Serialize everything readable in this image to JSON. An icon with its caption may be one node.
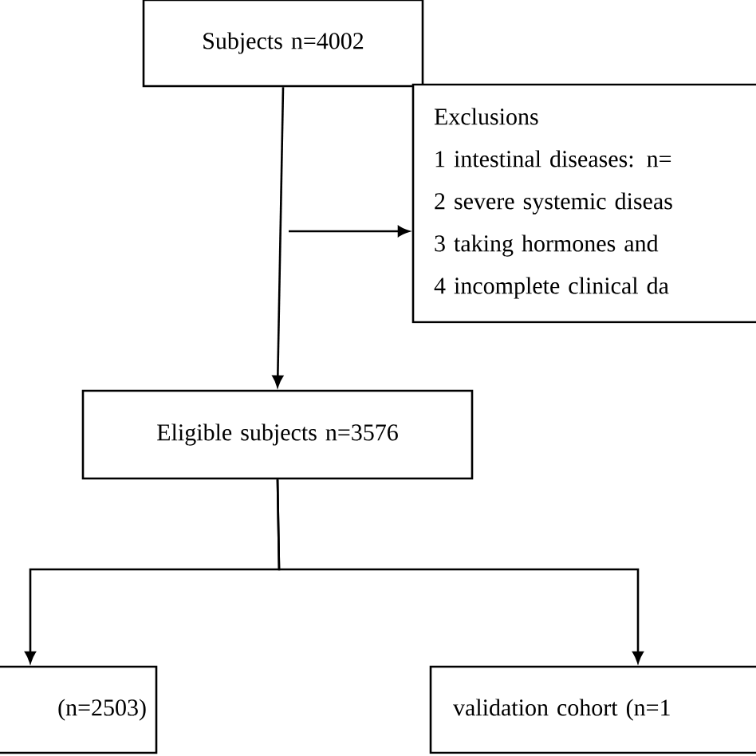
{
  "diagram": {
    "nodes": [
      {
        "text": [
          "Subjects n=4002"
        ]
      },
      {
        "text": [
          "Exclusions",
          "1 intestinal diseases: n=",
          "2 severe systemic diseas",
          "3 taking hormones and",
          "4 incomplete clinical da"
        ]
      },
      {
        "text": [
          "Eligible subjects n=3576"
        ]
      },
      {
        "text": [
          "(n=2503)"
        ]
      },
      {
        "text": [
          "validation cohort (n=1"
        ]
      }
    ],
    "edges": [
      {
        "from": 0,
        "to": 2,
        "arrow": "to"
      },
      {
        "from": null,
        "to": 1,
        "arrow": "to"
      },
      {
        "from": 2,
        "to": 3,
        "arrow": "to"
      },
      {
        "from": 2,
        "to": 4,
        "arrow": "to"
      }
    ]
  }
}
